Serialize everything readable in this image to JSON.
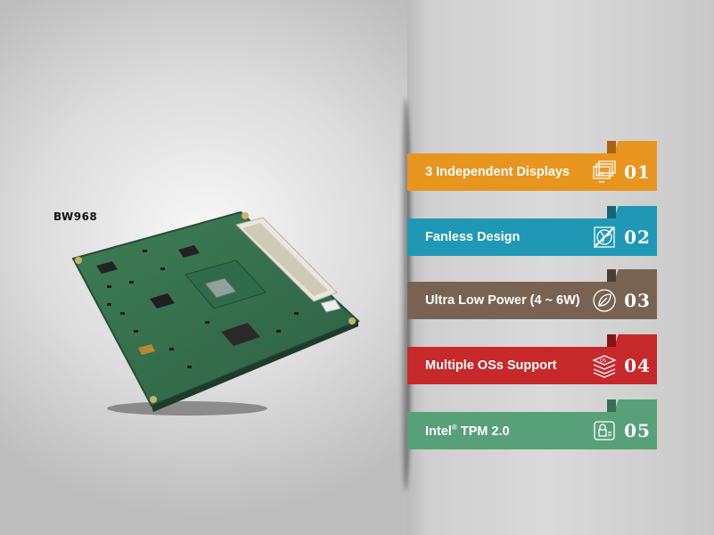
{
  "product": {
    "name": "BW968"
  },
  "features": [
    {
      "label": "3 Independent Displays",
      "number": "01",
      "icon": "multi-display-4k-icon",
      "color": "#e8951f",
      "dark": "#a8620e"
    },
    {
      "label": "Fanless Design",
      "number": "02",
      "icon": "fanless-icon",
      "color": "#1f98b5",
      "dark": "#13667a"
    },
    {
      "label": "Ultra Low Power (4 ~ 6W)",
      "number": "03",
      "icon": "leaf-icon",
      "color": "#786353",
      "dark": "#4d3d31"
    },
    {
      "label": "Multiple OSs Support",
      "number": "04",
      "icon": "os-stack-icon",
      "color": "#c7282a",
      "dark": "#851517"
    },
    {
      "label_main": "Intel",
      "label_sup": "®",
      "label_rest": " TPM 2.0",
      "number": "05",
      "icon": "tpm-lock-icon",
      "color": "#58a07a",
      "dark": "#3a6e52"
    }
  ]
}
